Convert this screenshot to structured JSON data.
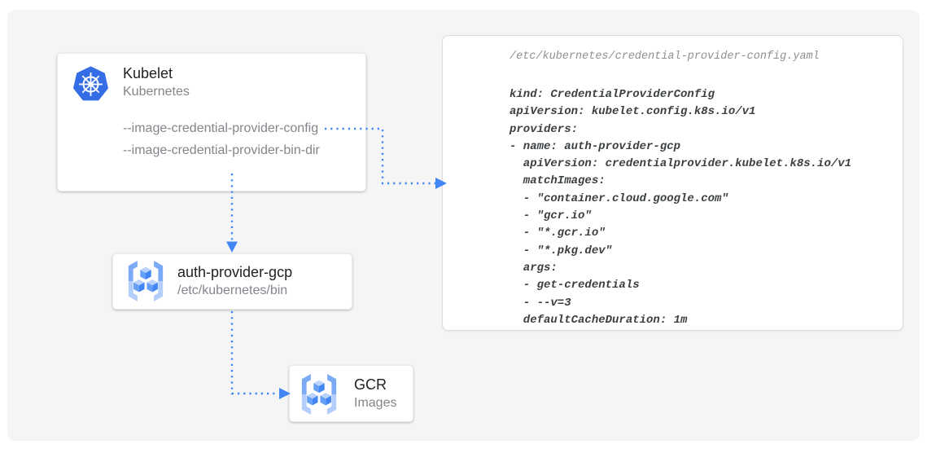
{
  "diagram": {
    "nodes": {
      "kubelet": {
        "title": "Kubelet",
        "subtitle": "Kubernetes",
        "flags": [
          "--image-credential-provider-config",
          "--image-credential-provider-bin-dir"
        ]
      },
      "auth_provider": {
        "title": "auth-provider-gcp",
        "subtitle": "/etc/kubernetes/bin"
      },
      "gcr": {
        "title": "GCR",
        "subtitle": "Images"
      }
    },
    "config_panel": {
      "filename": "/etc/kubernetes/credential-provider-config.yaml",
      "lines": [
        "kind: CredentialProviderConfig",
        "apiVersion: kubelet.config.k8s.io/v1",
        "providers:",
        "- name: auth-provider-gcp",
        "  apiVersion: credentialprovider.kubelet.k8s.io/v1",
        "  matchImages:",
        "  - \"container.cloud.google.com\"",
        "  - \"gcr.io\"",
        "  - \"*.gcr.io\"",
        "  - \"*.pkg.dev\"",
        "  args:",
        "  - get-credentials",
        "  - --v=3",
        "  defaultCacheDuration: 1m"
      ]
    },
    "colors": {
      "connector_blue": "#4285f4",
      "kubernetes_blue": "#346de5",
      "canvas_gray": "#f5f5f6",
      "card_white": "#ffffff",
      "title_text": "#202124",
      "subtitle_text": "#82868b",
      "code_text": "#3c4043",
      "filename_text": "#8d9093"
    }
  }
}
